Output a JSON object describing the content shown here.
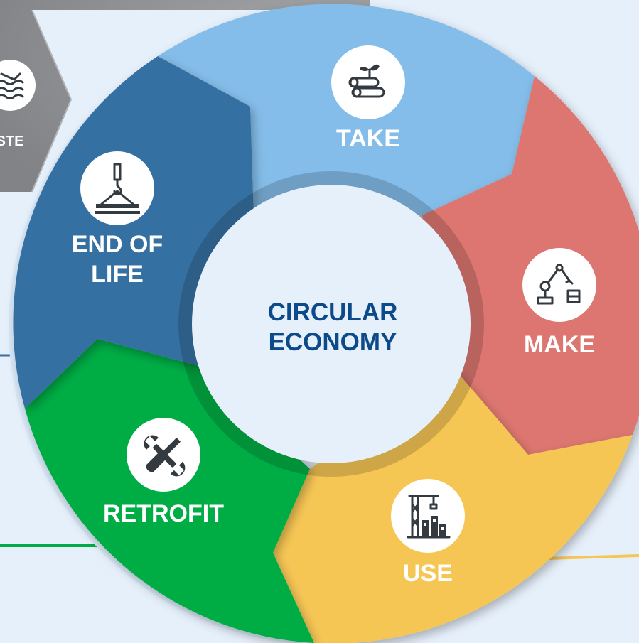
{
  "diagram": {
    "center": {
      "line1": "CIRCULAR",
      "line2": "ECONOMY",
      "color": "#0d4a8a"
    },
    "stages": [
      {
        "id": "take",
        "line1": "TAKE",
        "line2": "",
        "color": "#84bde9",
        "icon": "logs-sprout-icon"
      },
      {
        "id": "make",
        "line1": "MAKE",
        "line2": "",
        "color": "#dd7670",
        "icon": "robot-arm-icon"
      },
      {
        "id": "use",
        "line1": "USE",
        "line2": "",
        "color": "#f6c654",
        "icon": "construction-building-icon"
      },
      {
        "id": "retrofit",
        "line1": "RETROFIT",
        "line2": "",
        "color": "#00ad45",
        "icon": "wrench-screwdriver-icon"
      },
      {
        "id": "end-of-life",
        "line1": "END OF",
        "line2": "LIFE",
        "color": "#366fa3",
        "icon": "crane-beam-icon"
      }
    ],
    "outer_stage": {
      "id": "waste",
      "label": "STE",
      "color": "#8e8f92",
      "icon": "waste-water-icon"
    },
    "ring_color": "#d6e6f6"
  }
}
